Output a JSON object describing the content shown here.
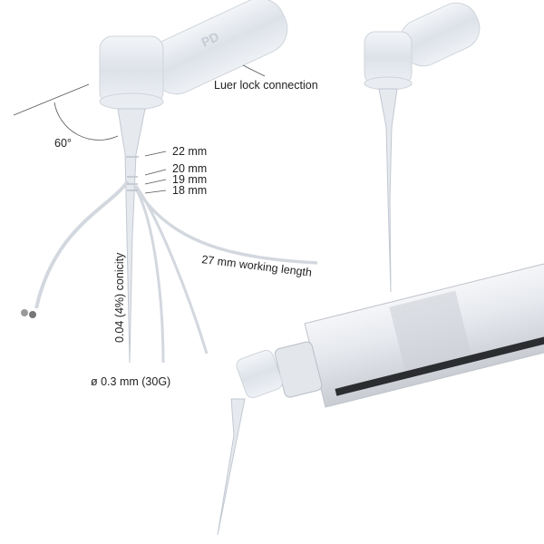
{
  "labels": {
    "luer": "Luer lock connection",
    "angle": "60°",
    "mark22": "22 mm",
    "mark20": "20 mm",
    "mark19": "19 mm",
    "mark18": "18 mm",
    "working_length": "27 mm working length",
    "conicity": "0.04 (4%) conicity",
    "diameter": "ø 0.3 mm (30G)"
  },
  "logo_text": "PD",
  "colors": {
    "plastic": "#e4e8ee",
    "plastic_edge": "#c3c9d2",
    "line": "#555555",
    "text": "#222222"
  }
}
